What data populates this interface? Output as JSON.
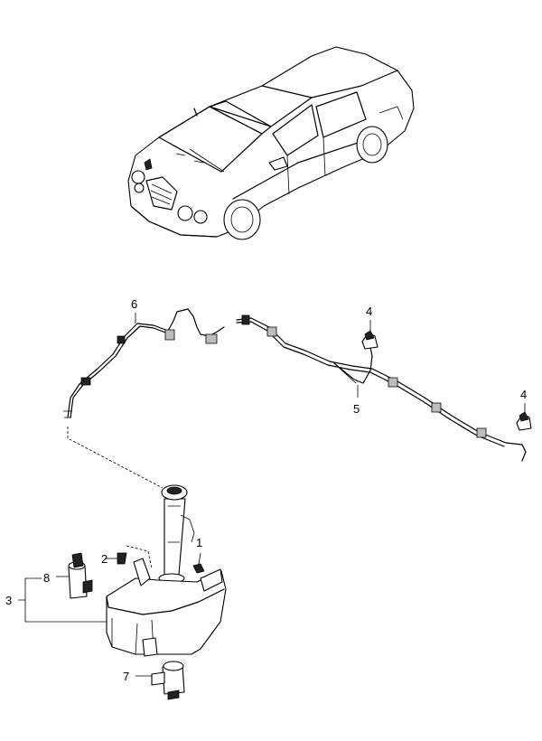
{
  "callouts": [
    {
      "id": "1",
      "label": "1"
    },
    {
      "id": "2",
      "label": "2"
    },
    {
      "id": "3",
      "label": "3"
    },
    {
      "id": "4a",
      "label": "4"
    },
    {
      "id": "4b",
      "label": "4"
    },
    {
      "id": "5",
      "label": "5"
    },
    {
      "id": "6",
      "label": "6"
    },
    {
      "id": "7",
      "label": "7"
    },
    {
      "id": "8",
      "label": "8"
    }
  ]
}
